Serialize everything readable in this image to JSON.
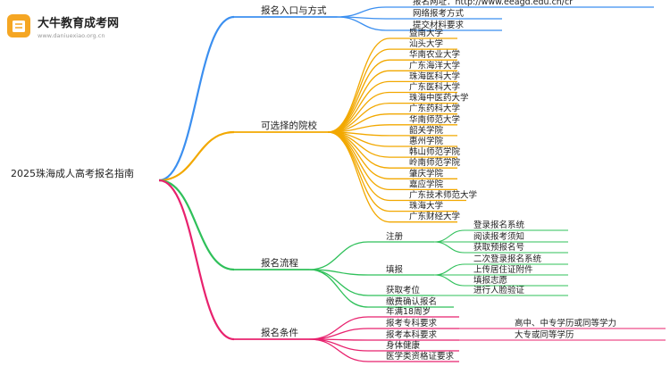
{
  "logo": {
    "title": "大牛教育成考网",
    "url": "www.daniuexiao.org.cn"
  },
  "root": "2025珠海成人高考报名指南",
  "branches": [
    {
      "label": "报名入口与方式",
      "color": "#3b8ff0",
      "children": [
        {
          "label": "报名网址：http://www.eeagd.edu.cn/cr"
        },
        {
          "label": "网络报考方式"
        },
        {
          "label": "提交材料要求"
        }
      ]
    },
    {
      "label": "可选择的院校",
      "color": "#f2a800",
      "children": [
        {
          "label": "暨南大学"
        },
        {
          "label": "汕头大学"
        },
        {
          "label": "华南农业大学"
        },
        {
          "label": "广东海洋大学"
        },
        {
          "label": "珠海医科大学"
        },
        {
          "label": "广东医科大学"
        },
        {
          "label": "珠海中医药大学"
        },
        {
          "label": "广东药科大学"
        },
        {
          "label": "华南师范大学"
        },
        {
          "label": "韶关学院"
        },
        {
          "label": "惠州学院"
        },
        {
          "label": "韩山师范学院"
        },
        {
          "label": "岭南师范学院"
        },
        {
          "label": "肇庆学院"
        },
        {
          "label": "嘉应学院"
        },
        {
          "label": "广东技术师范大学"
        },
        {
          "label": "珠海大学"
        },
        {
          "label": "广东财经大学"
        }
      ]
    },
    {
      "label": "报名流程",
      "color": "#2fc05a",
      "children": [
        {
          "label": "注册",
          "children": [
            {
              "label": "登录报名系统"
            },
            {
              "label": "阅读报考须知"
            },
            {
              "label": "获取预报名号"
            }
          ]
        },
        {
          "label": "填报",
          "children": [
            {
              "label": "二次登录报名系统"
            },
            {
              "label": "上传居住证附件"
            },
            {
              "label": "填报志愿"
            }
          ]
        },
        {
          "label": "获取考位",
          "children": [
            {
              "label": "进行人脸验证"
            }
          ]
        },
        {
          "label": "缴费确认报名"
        }
      ]
    },
    {
      "label": "报名条件",
      "color": "#e8226e",
      "children": [
        {
          "label": "年满18周岁"
        },
        {
          "label": "报考专科要求",
          "children": [
            {
              "label": "高中、中专学历或同等学力"
            }
          ]
        },
        {
          "label": "报考本科要求",
          "children": [
            {
              "label": "大专或同等学历"
            }
          ]
        },
        {
          "label": "身体健康"
        },
        {
          "label": "医学类资格证要求"
        }
      ]
    }
  ]
}
